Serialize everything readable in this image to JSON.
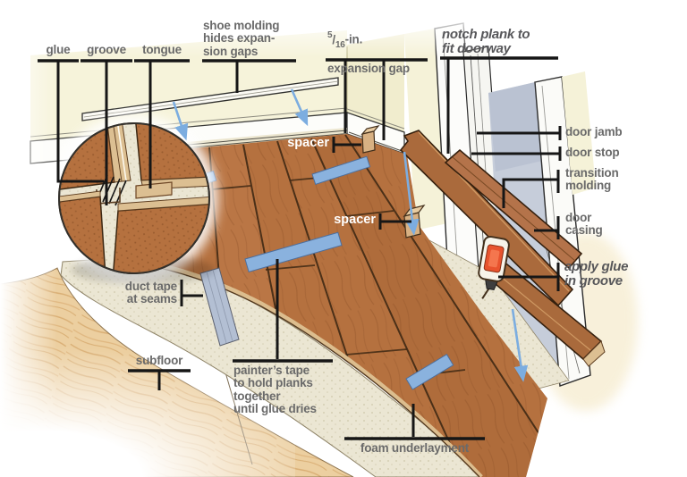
{
  "illustration": "floating wood floor installation diagram",
  "labels": {
    "glue": "glue",
    "groove": "groove",
    "tongue": "tongue",
    "shoe_molding": "shoe molding\nhides expan-\nsion gaps",
    "expansion_gap": {
      "num": "5",
      "slash": "/",
      "den": "16",
      "unit": "-in.",
      "line2": "expansion gap"
    },
    "notch_plank": "notch plank to\nfit doorway",
    "spacer_top": "spacer",
    "spacer_mid": "spacer",
    "door_jamb": "door jamb",
    "door_stop": "door stop",
    "transition_molding": "transition\nmolding",
    "door_casing": "door\ncasing",
    "apply_glue": "apply glue\nin groove",
    "duct_tape": "duct tape\nat seams",
    "subfloor": "subfloor",
    "painters_tape": "painter’s tape\nto hold planks\ntogether\nuntil glue dries",
    "foam_underlayment": "foam underlayment"
  },
  "colors": {
    "plank_brown": "#b5713f",
    "plank_seam": "#402a15",
    "painters_tape_blue": "#8ab2de",
    "duct_tape_gray": "#b3bfd3",
    "arrow_blue": "#7cade0",
    "wall_cream": "#f6f3da",
    "underlayment_cream": "#ebe6d3",
    "subfloor_tan": "#eace9e",
    "label_gray": "#6a6a6a",
    "leader_black": "#161616",
    "glue_bottle_red": "#e8532e"
  }
}
